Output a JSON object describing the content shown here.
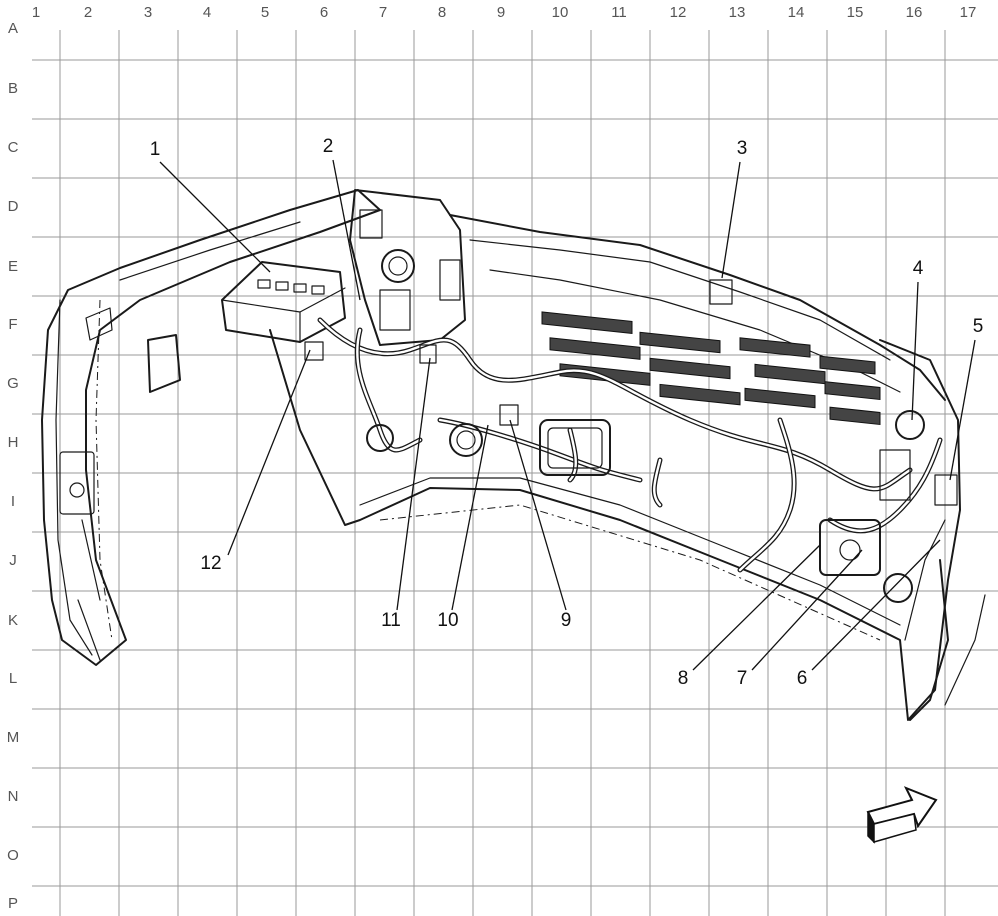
{
  "grid": {
    "columns": [
      "1",
      "2",
      "3",
      "4",
      "5",
      "6",
      "7",
      "8",
      "9",
      "10",
      "11",
      "12",
      "13",
      "14",
      "15",
      "16",
      "17"
    ],
    "rows": [
      "A",
      "B",
      "C",
      "D",
      "E",
      "F",
      "G",
      "H",
      "I",
      "J",
      "K",
      "L",
      "M",
      "N",
      "O",
      "P"
    ]
  },
  "callouts": [
    "1",
    "2",
    "3",
    "4",
    "5",
    "6",
    "7",
    "8",
    "9",
    "10",
    "11",
    "12"
  ],
  "colors": {
    "line": "#1a1a1a",
    "grid": "#9a9a9a",
    "background": "#ffffff"
  },
  "icons": {
    "direction": "front-direction-arrow-icon"
  }
}
